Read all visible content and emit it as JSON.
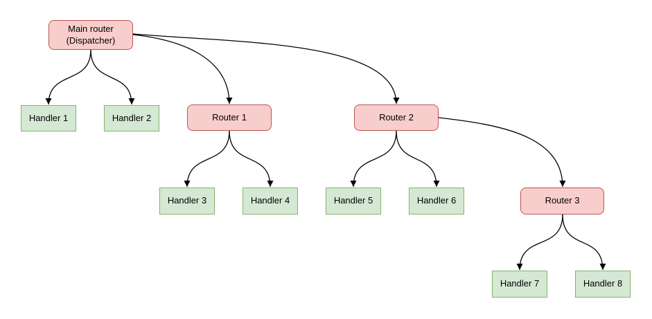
{
  "diagram": {
    "type": "tree",
    "background": "#ffffff",
    "colors": {
      "router_fill": "#f8cecc",
      "router_border": "#b85450",
      "handler_fill": "#d5e8d4",
      "handler_border": "#82b366",
      "edge": "#000000",
      "text": "#000000"
    },
    "nodes": {
      "main_router": {
        "label": "Main router\n(Dispatcher)",
        "type": "router"
      },
      "handler1": {
        "label": "Handler 1",
        "type": "handler"
      },
      "handler2": {
        "label": "Handler 2",
        "type": "handler"
      },
      "router1": {
        "label": "Router 1",
        "type": "router"
      },
      "router2": {
        "label": "Router 2",
        "type": "router"
      },
      "handler3": {
        "label": "Handler 3",
        "type": "handler"
      },
      "handler4": {
        "label": "Handler 4",
        "type": "handler"
      },
      "handler5": {
        "label": "Handler 5",
        "type": "handler"
      },
      "handler6": {
        "label": "Handler 6",
        "type": "handler"
      },
      "router3": {
        "label": "Router 3",
        "type": "router"
      },
      "handler7": {
        "label": "Handler 7",
        "type": "handler"
      },
      "handler8": {
        "label": "Handler 8",
        "type": "handler"
      }
    },
    "edges": [
      {
        "from": "Main router (Dispatcher)",
        "to": "Handler 1"
      },
      {
        "from": "Main router (Dispatcher)",
        "to": "Handler 2"
      },
      {
        "from": "Main router (Dispatcher)",
        "to": "Router 1"
      },
      {
        "from": "Main router (Dispatcher)",
        "to": "Router 2"
      },
      {
        "from": "Router 1",
        "to": "Handler 3"
      },
      {
        "from": "Router 1",
        "to": "Handler 4"
      },
      {
        "from": "Router 2",
        "to": "Handler 5"
      },
      {
        "from": "Router 2",
        "to": "Handler 6"
      },
      {
        "from": "Router 2",
        "to": "Router 3"
      },
      {
        "from": "Router 3",
        "to": "Handler 7"
      },
      {
        "from": "Router 3",
        "to": "Handler 8"
      }
    ]
  }
}
